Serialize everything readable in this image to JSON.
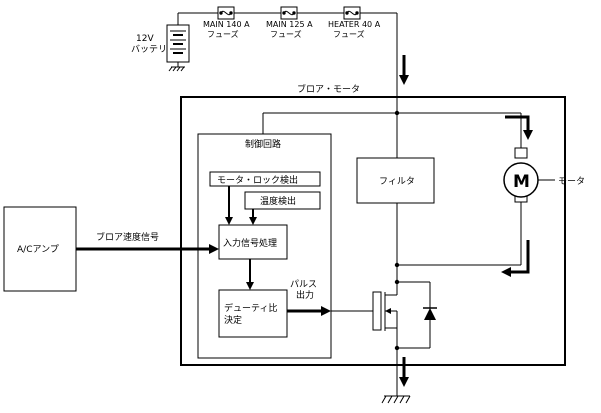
{
  "battery": {
    "line1": "12V",
    "line2": "バッテリ"
  },
  "fuses": [
    {
      "line1": "MAIN 140 A",
      "line2": "フューズ"
    },
    {
      "line1": "MAIN 125 A",
      "line2": "フューズ"
    },
    {
      "line1": "HEATER 40 A",
      "line2": "フューズ"
    }
  ],
  "module_title": "ブロア・モータ",
  "control_circuit": "制御回路",
  "motor_lock": "モータ・ロック検出",
  "temp_detect": "温度検出",
  "input_process": "入力信号処理",
  "duty_line1": "デューティ比",
  "duty_line2": "決定",
  "pulse_line1": "パルス",
  "pulse_line2": "出力",
  "filter": "フィルタ",
  "motor_symbol": "M",
  "motor_label": "モータ",
  "amp": "A/Cアンプ",
  "speed_signal": "ブロア速度信号"
}
